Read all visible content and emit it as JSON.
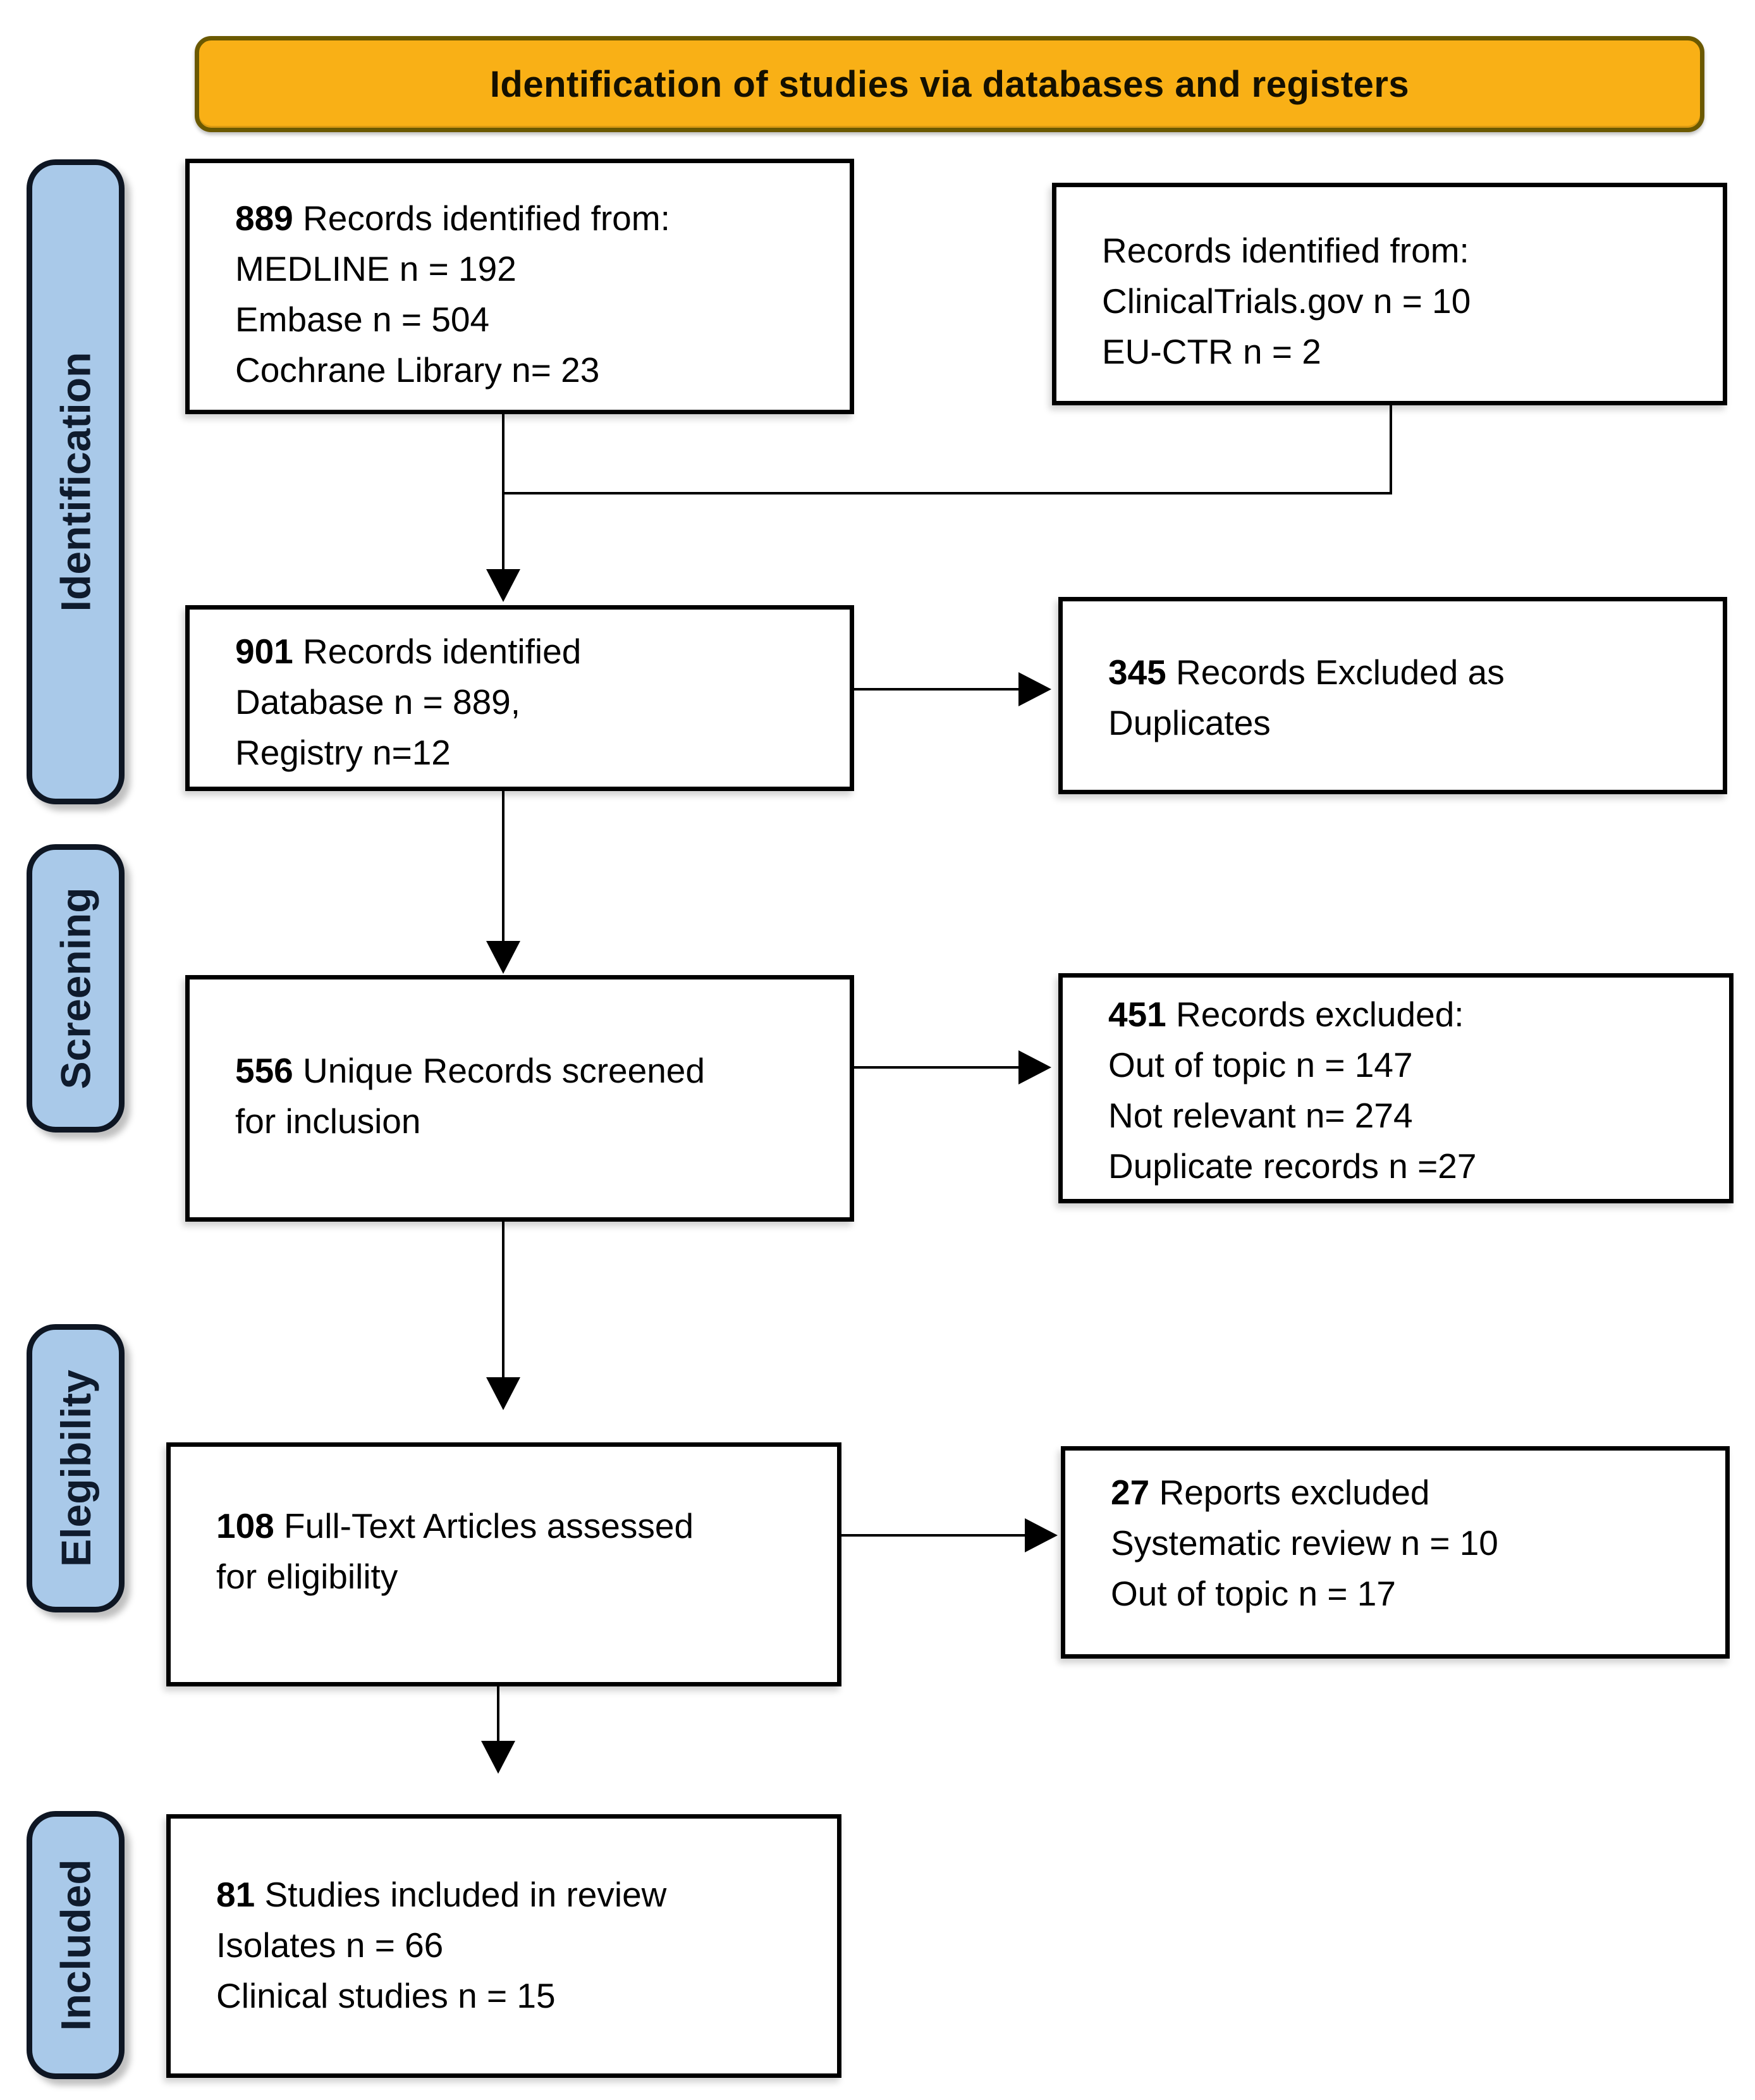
{
  "banner": {
    "title": "Identification of studies via databases and registers"
  },
  "sidebar": {
    "stages": [
      {
        "label": "Identification"
      },
      {
        "label": "Screening"
      },
      {
        "label": "Elegibility"
      },
      {
        "label": "Included"
      }
    ]
  },
  "boxes": {
    "db_records": {
      "num": "889",
      "title": "Records identified from:",
      "lines": [
        "MEDLINE n = 192",
        "Embase n = 504",
        "Cochrane Library n= 23"
      ]
    },
    "registry_records": {
      "title": "Records identified from:",
      "lines": [
        "ClinicalTrials.gov n = 10",
        "EU-CTR n = 2"
      ]
    },
    "all_identified": {
      "num": "901",
      "title": "Records identified",
      "lines": [
        "Database n = 889,",
        "Registry n=12"
      ]
    },
    "duplicates_excluded": {
      "num": "345",
      "title": "Records Excluded as",
      "lines": [
        "Duplicates"
      ]
    },
    "screened": {
      "num": "556",
      "title": "Unique Records screened",
      "lines": [
        "for inclusion"
      ]
    },
    "records_excluded": {
      "num": "451",
      "title": "Records excluded:",
      "lines": [
        "Out of topic n = 147",
        "Not relevant n= 274",
        "Duplicate records n =27"
      ]
    },
    "fulltext_assessed": {
      "num": "108",
      "title": "Full-Text Articles assessed",
      "lines": [
        "for eligibility"
      ]
    },
    "reports_excluded": {
      "num": "27",
      "title": "Reports excluded",
      "lines": [
        "Systematic review n = 10",
        "Out of topic n = 17"
      ]
    },
    "included": {
      "num": "81",
      "title": "Studies included in review",
      "lines": [
        "Isolates n = 66",
        "Clinical studies n = 15"
      ]
    }
  },
  "colors": {
    "banner_fill": "#F9B016",
    "banner_border": "#6B5900",
    "stage_fill": "#A9C9E9",
    "stage_border": "#0E1623",
    "box_border": "#000000",
    "arrow": "#000000",
    "background": "#FFFFFF"
  }
}
